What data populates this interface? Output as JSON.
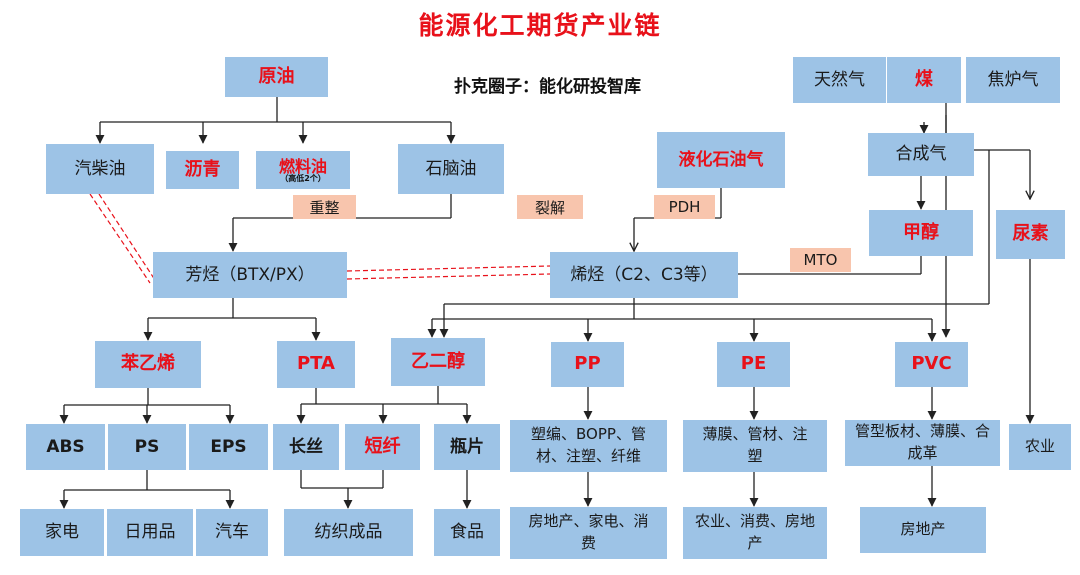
{
  "title": "能源化工期货产业链",
  "subtitle": "扑克圈子：能化研投智库",
  "nodes": {
    "crude": "原油",
    "natgas": "天然气",
    "coal": "煤",
    "coke_gas": "焦炉气",
    "diesel": "汽柴油",
    "asphalt": "沥青",
    "fuel_oil": "燃料油",
    "fuel_oil_note": "（高低2个）",
    "naphtha": "石脑油",
    "lpg": "液化石油气",
    "syngas": "合成气",
    "methanol": "甲醇",
    "urea": "尿素",
    "aromatics": "芳烃（BTX/PX）",
    "olefins": "烯烃（C2、C3等）",
    "styrene": "苯乙烯",
    "pta": "PTA",
    "meg": "乙二醇",
    "pp": "PP",
    "pe": "PE",
    "pvc": "PVC",
    "abs": "ABS",
    "ps": "PS",
    "eps": "EPS",
    "filament": "长丝",
    "staple": "短纤",
    "bottle": "瓶片",
    "pp_use": "塑编、BOPP、管材、注塑、纤维",
    "pe_use": "薄膜、管材、注塑",
    "pvc_use": "管型板材、薄膜、合成革",
    "agri": "农业",
    "appliance": "家电",
    "daily": "日用品",
    "auto": "汽车",
    "textile": "纺织成品",
    "food": "食品",
    "pp_end": "房地产、家电、消费",
    "pe_end": "农业、消费、房地产",
    "pvc_end": "房地产"
  },
  "processes": {
    "reforming": "重整",
    "cracking": "裂解",
    "pdh": "PDH",
    "mto": "MTO"
  },
  "colors": {
    "box": "#9dc3e6",
    "tag": "#f8c5ad",
    "highlight": "#e8111a",
    "dashed_link": "#e8111a"
  }
}
